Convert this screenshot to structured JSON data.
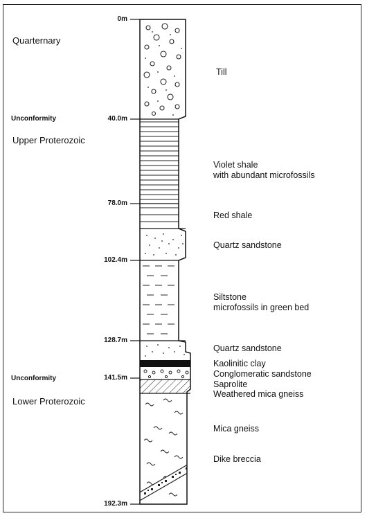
{
  "ages": {
    "quaternary": "Quarternary",
    "upper_proterozoic": "Upper Proterozoic",
    "lower_proterozoic": "Lower Proterozoic"
  },
  "unconformities": [
    "Unconformity",
    "Unconformity"
  ],
  "depths": [
    "0m",
    "40.0m",
    "78.0m",
    "102.4m",
    "128.7m",
    "141.5m",
    "192.3m"
  ],
  "lithology": {
    "till": "Till",
    "violet_shale_1": "Violet shale",
    "violet_shale_2": "with abundant microfossils",
    "red_shale": "Red shale",
    "quartz_sandstone_upper": "Quartz sandstone",
    "siltstone_1": "Siltstone",
    "siltstone_2": "microfossils in green bed",
    "quartz_sandstone_lower": "Quartz sandstone",
    "kaolinitic_clay": "Kaolinitic clay",
    "conglomeratic_sandstone": "Conglomeratic sandstone",
    "saprolite": "Saprolite",
    "weathered_mica_gneiss": "Weathered mica gneiss",
    "mica_gneiss": "Mica gneiss",
    "dike_breccia": "Dike breccia"
  }
}
